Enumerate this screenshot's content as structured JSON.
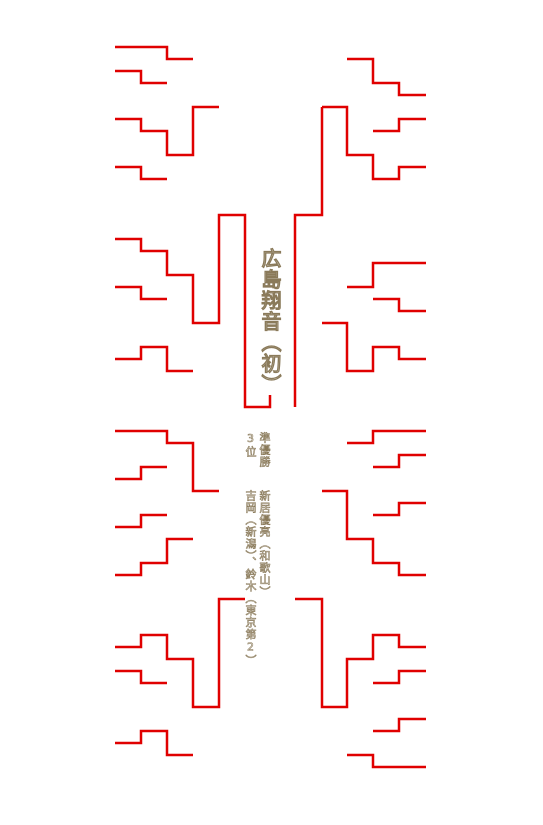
{
  "champion_label": "広島翔音（初）",
  "results": {
    "winner_label": "準優勝",
    "winner_name": "新居優亮（和歌山）",
    "third_label": "3位",
    "third_names": "吉岡（新潟）、鈴木（東京第2）"
  },
  "colors": {
    "line": "#e00000",
    "text_stroke": "#8a7a5a"
  }
}
